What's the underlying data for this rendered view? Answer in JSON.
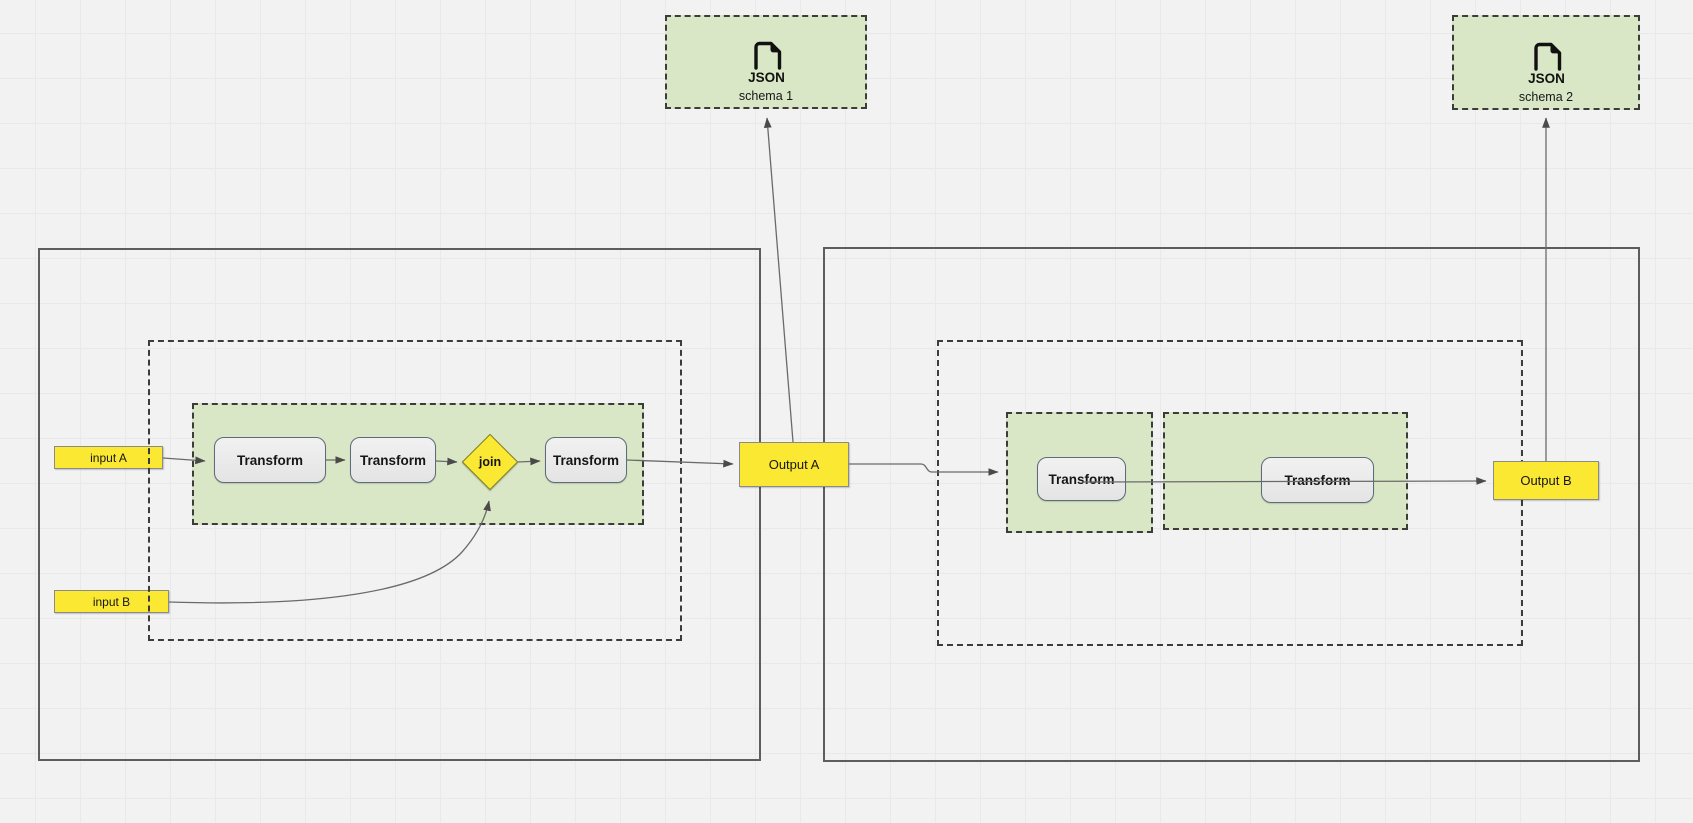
{
  "colors": {
    "bg": "#f2f2f2",
    "grid": "#e9e9e9",
    "green_fill": "#d9e7c6",
    "yellow": "#fbe832",
    "node_fill": "#e9e9e9",
    "node_border": "#5d6b7a",
    "edge": "#6a6a6a",
    "container_border": "#5d5d5d",
    "dash": "#3c3c3c",
    "text": "#161616"
  },
  "nodes": {
    "schema_1": {
      "label": "schema 1",
      "icon_label": "JSON"
    },
    "schema_2": {
      "label": "schema 2",
      "icon_label": "JSON"
    },
    "input_a": {
      "label": "input A"
    },
    "input_b": {
      "label": "input B"
    },
    "transform_1": {
      "label": "Transform"
    },
    "transform_2": {
      "label": "Transform"
    },
    "join": {
      "label": "join"
    },
    "transform_3": {
      "label": "Transform"
    },
    "output_a": {
      "label": "Output A"
    },
    "transform_4": {
      "label": "Transform"
    },
    "transform_5": {
      "label": "Transform"
    },
    "output_b": {
      "label": "Output B"
    }
  }
}
